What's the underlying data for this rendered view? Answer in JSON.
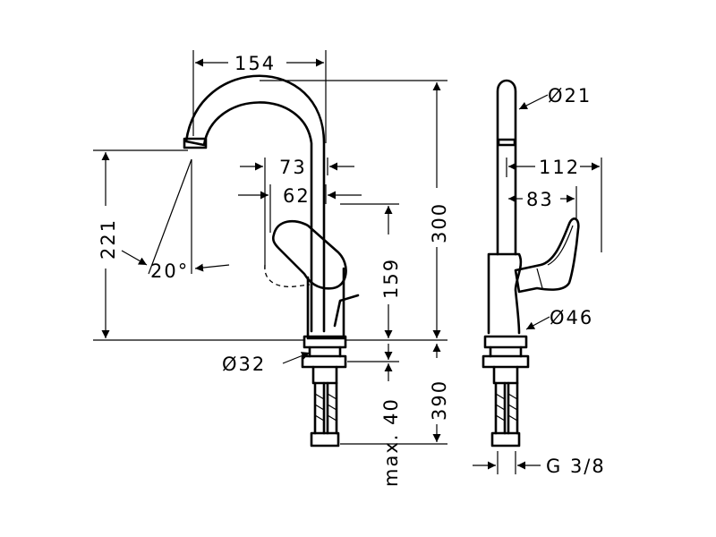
{
  "dimensions": {
    "width_top": "154",
    "height_outlet": "221",
    "angle": "20°",
    "reach_73": "73",
    "reach_62": "62",
    "lever_height": "159",
    "total_height": "300",
    "base_diameter": "Ø32",
    "max_40": "max. 40",
    "hose_390": "390",
    "spout_diameter": "Ø21",
    "lever_112": "112",
    "lever_83": "83",
    "body_diameter": "Ø46",
    "thread": "G 3/8"
  }
}
